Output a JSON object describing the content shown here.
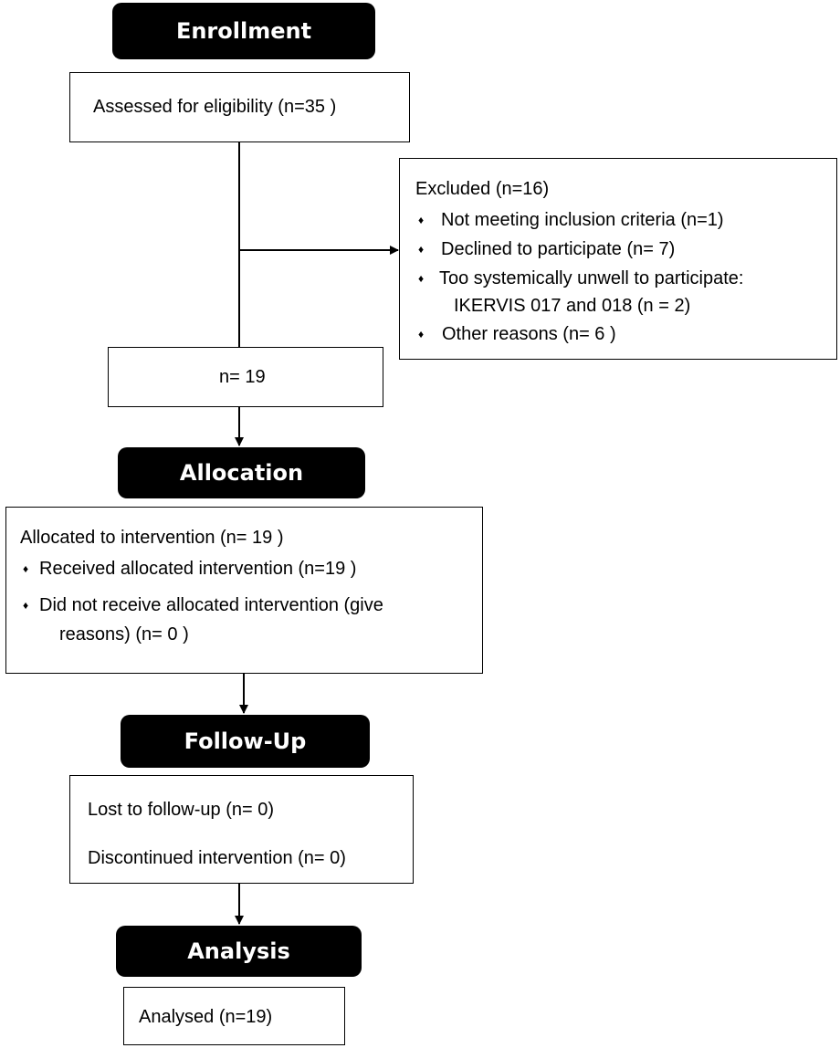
{
  "stages": {
    "enrollment": "Enrollment",
    "allocation": "Allocation",
    "follow_up": "Follow-Up",
    "analysis": "Analysis"
  },
  "assessed": {
    "text": "Assessed for eligibility (n=35  )"
  },
  "excluded": {
    "title": "Excluded  (n=16)",
    "items": [
      {
        "text": "Not meeting inclusion criteria (n=1)"
      },
      {
        "text": "Declined to participate (n= 7)"
      },
      {
        "text": "Too systemically unwell to participate:",
        "continuation": "IKERVIS 017 and 018 (n = 2)"
      },
      {
        "text": "Other reasons (n= 6 )"
      }
    ]
  },
  "enrolled": {
    "text": "n= 19"
  },
  "allocated": {
    "title": "Allocated to intervention (n= 19 )",
    "items": [
      {
        "text": "Received allocated intervention (n=19  )"
      },
      {
        "text": "Did not receive allocated intervention (give",
        "continuation": "reasons) (n= 0 )"
      }
    ]
  },
  "followup": {
    "lost": "Lost to follow-up (n= 0)",
    "discontinued": "Discontinued intervention (n= 0)"
  },
  "analysed": {
    "text": "Analysed (n=19)"
  },
  "bullet_glyph": "♦"
}
